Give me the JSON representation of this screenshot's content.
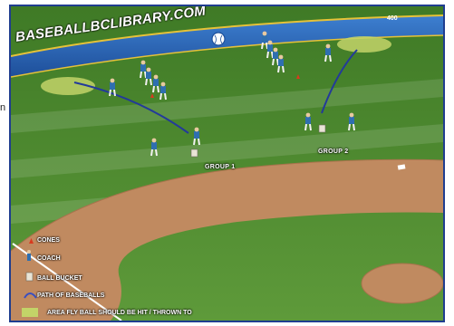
{
  "field": {
    "wall_text": "BASEBALLBCLIBRARY.COM",
    "distance_marker": "400",
    "edge_fragment": "n"
  },
  "group_labels": {
    "group_1": "GROUP 1",
    "group_2": "GROUP 2"
  },
  "legend": {
    "cones": "CONES",
    "coach": "COACH",
    "ball_bucket": "BALL BUCKET",
    "path": "PATH OF BASEBALLS",
    "area": "AREA FLY BALL SHOULD BE HIT / THROWN TO"
  },
  "colors": {
    "wall": "#2a64b8",
    "grass": "#4e8a2e",
    "dirt": "#c08a60",
    "target_area": "#c3d468",
    "path": "#233a9a",
    "cone": "#d83a1e",
    "player_uniform": "#2f6fb0"
  },
  "icons": [
    "baseball-icon",
    "cone-icon",
    "coach-icon",
    "ball-bucket-icon",
    "path-arc-icon",
    "target-area-icon"
  ]
}
